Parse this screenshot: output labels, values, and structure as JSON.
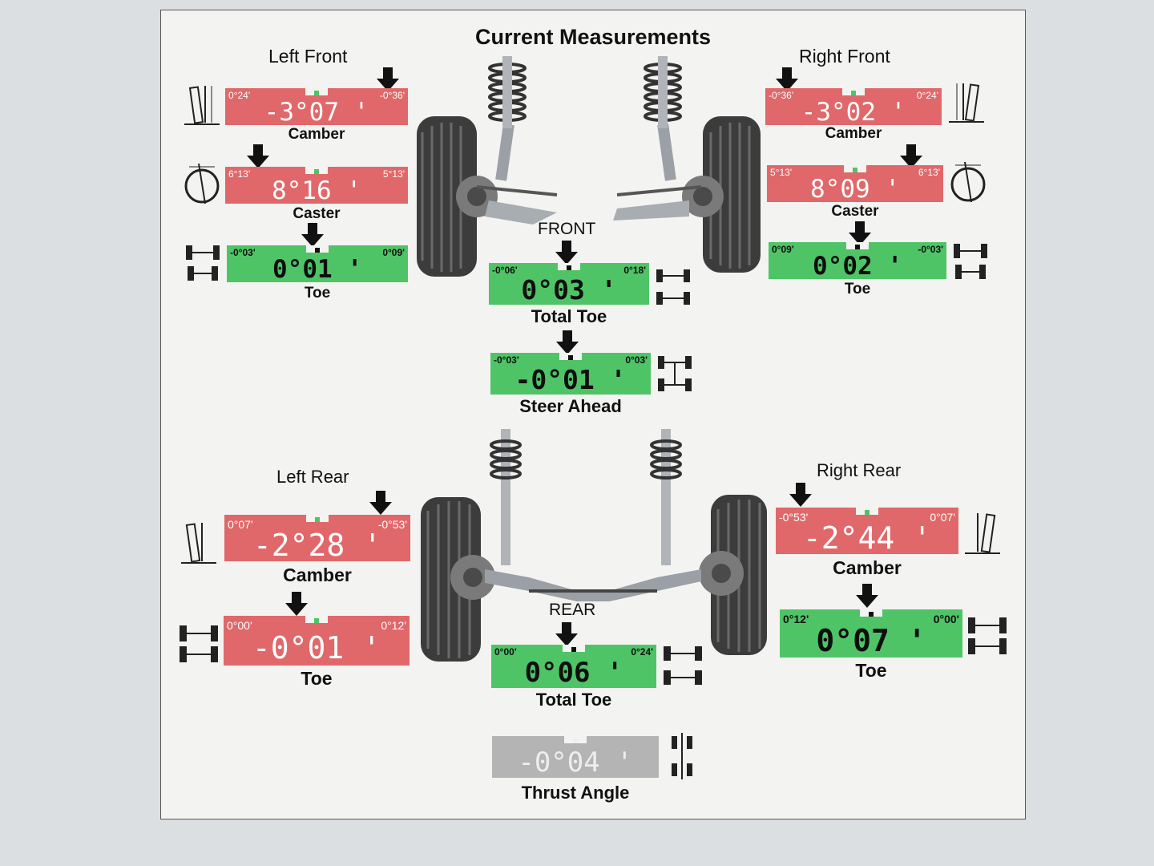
{
  "title": "Current Measurements",
  "headings": {
    "left_front": "Left Front",
    "right_front": "Right Front",
    "left_rear": "Left Rear",
    "right_rear": "Right Rear",
    "front": "FRONT",
    "rear": "REAR"
  },
  "readings": {
    "lf_camber": {
      "label": "Camber",
      "value": "-3°07 '",
      "tol_left": "0°24'",
      "tol_right": "-0°36'",
      "status": "out-of-spec"
    },
    "lf_caster": {
      "label": "Caster",
      "value": "8°16 '",
      "tol_left": "6°13'",
      "tol_right": "5°13'",
      "status": "out-of-spec"
    },
    "lf_toe": {
      "label": "Toe",
      "value": "0°01 '",
      "tol_left": "-0°03'",
      "tol_right": "0°09'",
      "status": "in-spec"
    },
    "rf_camber": {
      "label": "Camber",
      "value": "-3°02 '",
      "tol_left": "-0°36'",
      "tol_right": "0°24'",
      "status": "out-of-spec"
    },
    "rf_caster": {
      "label": "Caster",
      "value": "8°09 '",
      "tol_left": "5°13'",
      "tol_right": "6°13'",
      "status": "out-of-spec"
    },
    "rf_toe": {
      "label": "Toe",
      "value": "0°02 '",
      "tol_left": "0°09'",
      "tol_right": "-0°03'",
      "status": "in-spec"
    },
    "front_total_toe": {
      "label": "Total Toe",
      "value": "0°03 '",
      "tol_left": "-0°06'",
      "tol_right": "0°18'",
      "status": "in-spec"
    },
    "steer_ahead": {
      "label": "Steer Ahead",
      "value": "-0°01 '",
      "tol_left": "-0°03'",
      "tol_right": "0°03'",
      "status": "in-spec"
    },
    "lr_camber": {
      "label": "Camber",
      "value": "-2°28 '",
      "tol_left": "0°07'",
      "tol_right": "-0°53'",
      "status": "out-of-spec"
    },
    "lr_toe": {
      "label": "Toe",
      "value": "-0°01 '",
      "tol_left": "0°00'",
      "tol_right": "0°12'",
      "status": "out-of-spec"
    },
    "rr_camber": {
      "label": "Camber",
      "value": "-2°44 '",
      "tol_left": "-0°53'",
      "tol_right": "0°07'",
      "status": "out-of-spec"
    },
    "rr_toe": {
      "label": "Toe",
      "value": "0°07 '",
      "tol_left": "0°12'",
      "tol_right": "0°00'",
      "status": "in-spec"
    },
    "rear_total_toe": {
      "label": "Total Toe",
      "value": "0°06 '",
      "tol_left": "0°00'",
      "tol_right": "0°24'",
      "status": "in-spec"
    },
    "thrust_angle": {
      "label": "Thrust Angle",
      "value": "-0°04 '",
      "tol_left": "",
      "tol_right": "",
      "status": "no-spec"
    }
  },
  "colors": {
    "out_of_spec": "#e0686a",
    "in_spec": "#4fc467",
    "no_spec": "#b4b4b4"
  },
  "icons": [
    "camber-diagram-icon",
    "caster-diagram-icon",
    "toe-diagram-icon",
    "steer-ahead-diagram-icon",
    "thrust-angle-diagram-icon",
    "arrow-down-icon"
  ]
}
